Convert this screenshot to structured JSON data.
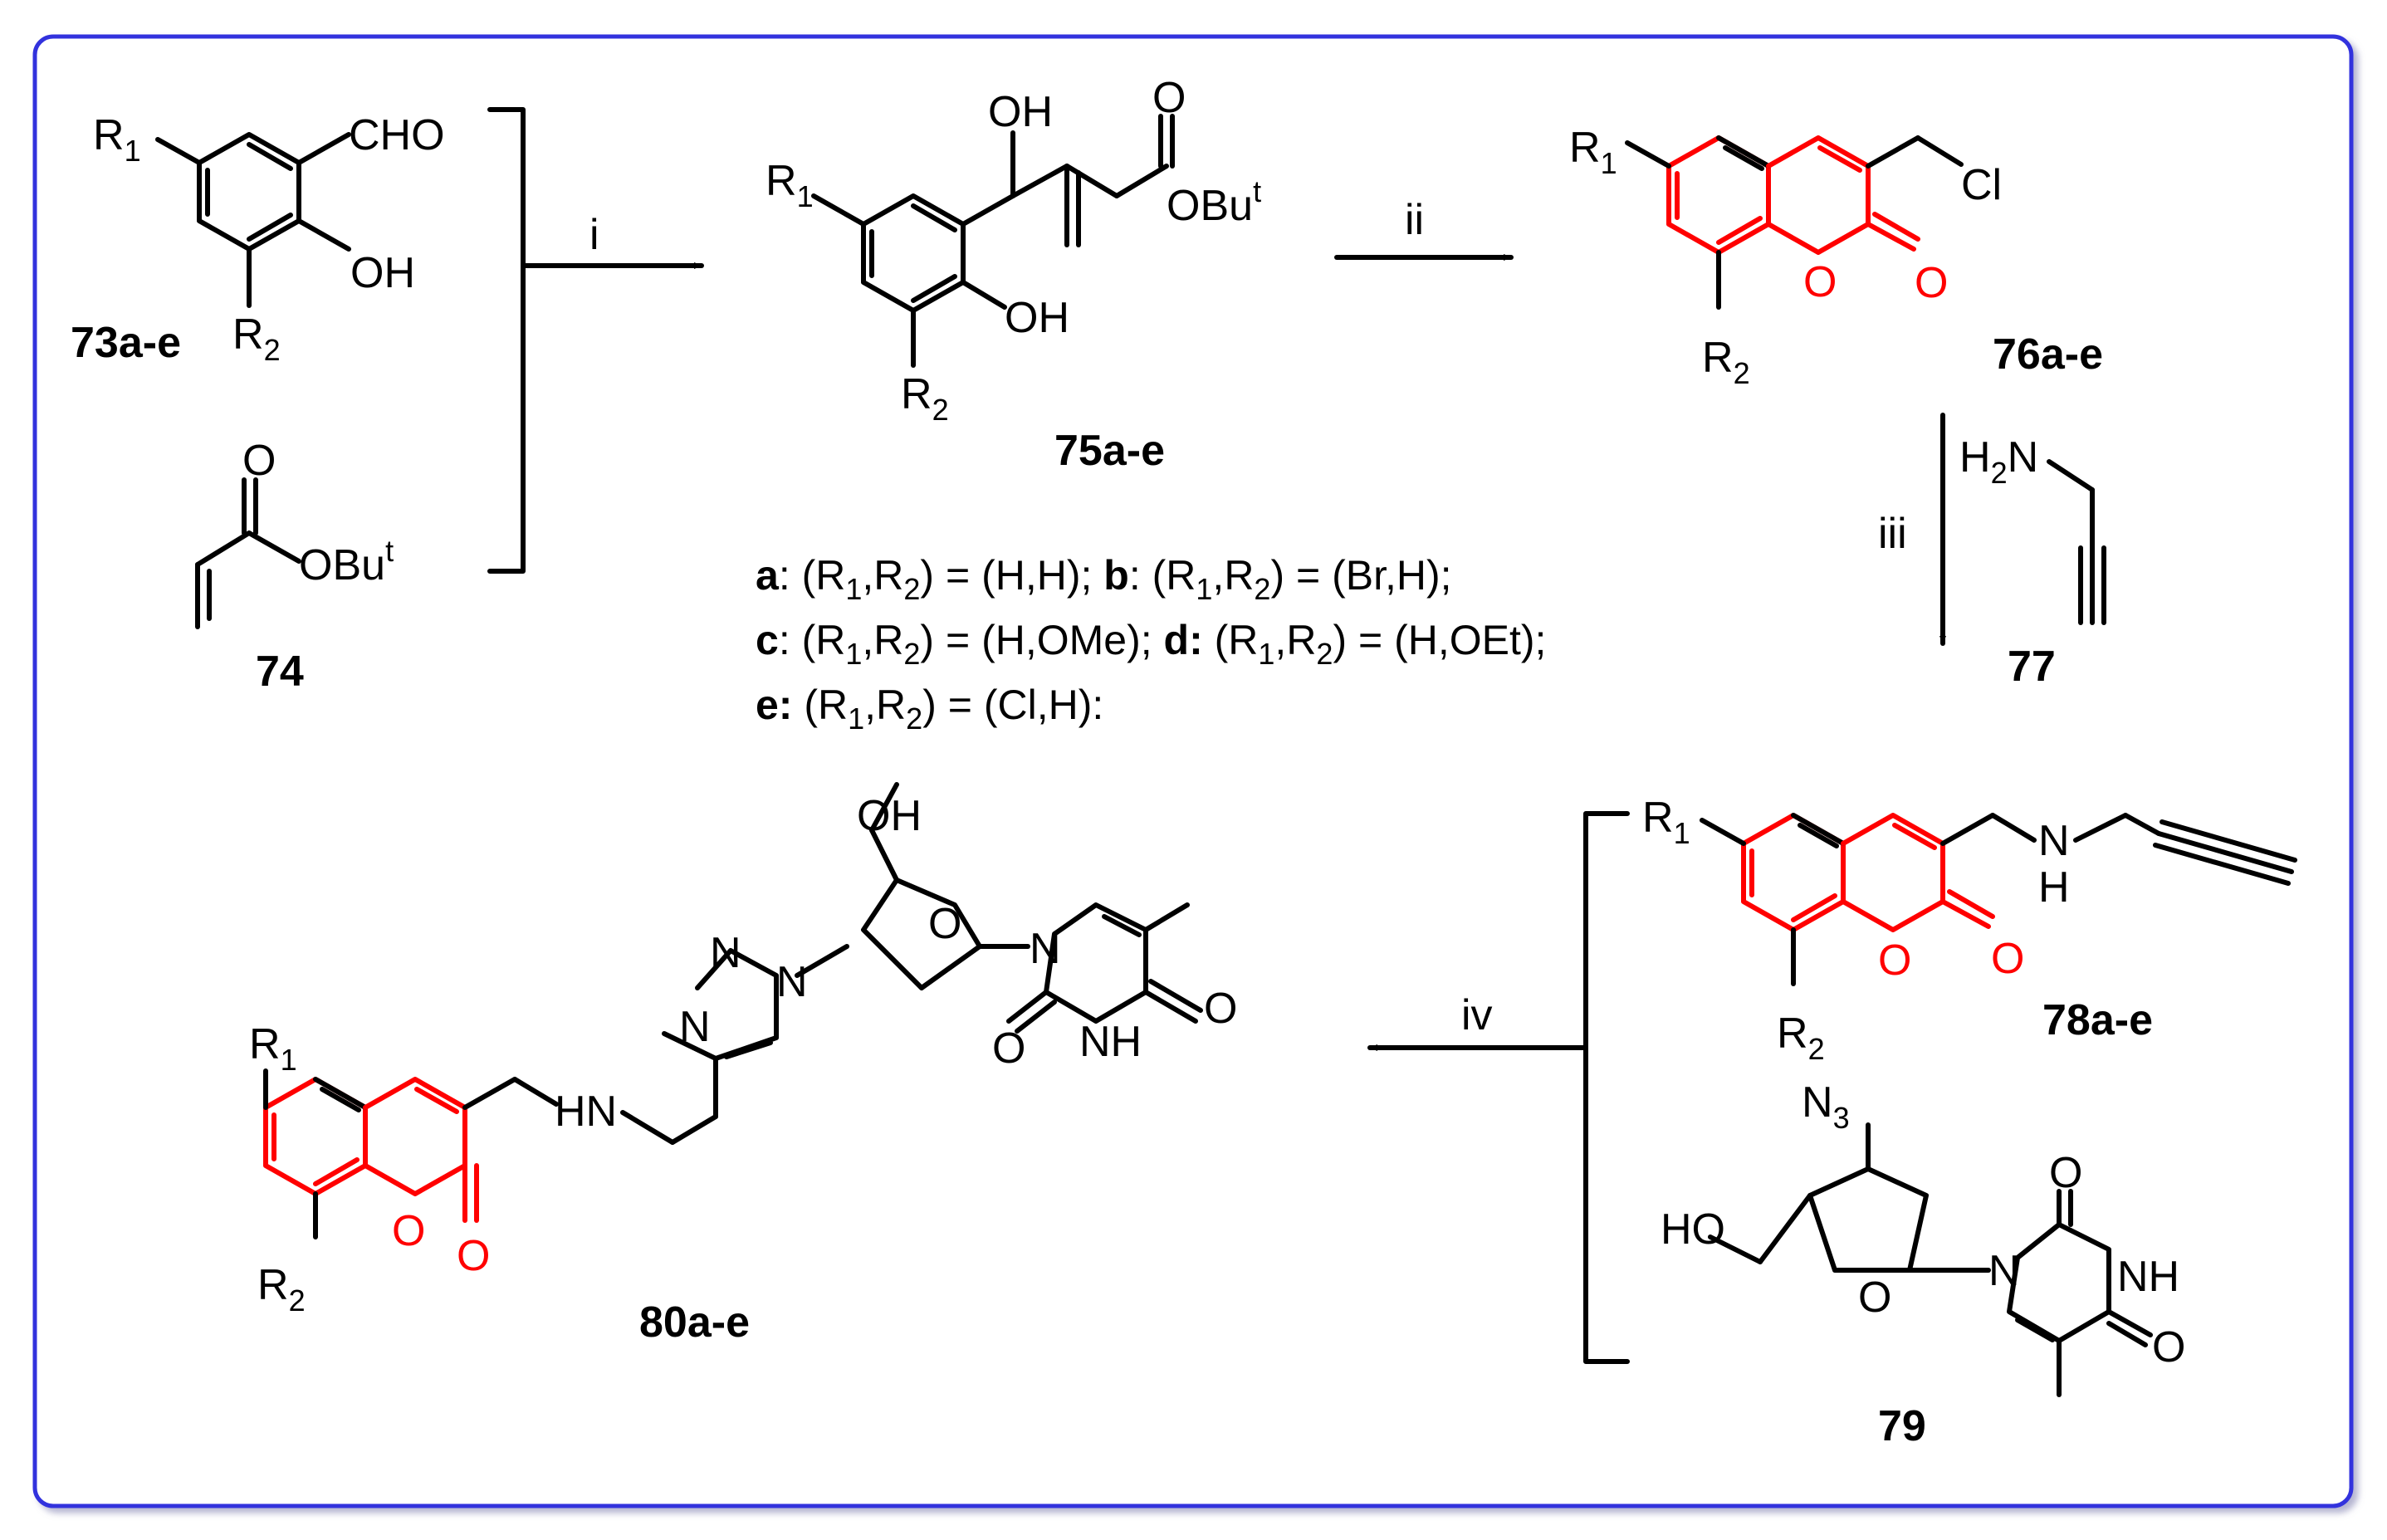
{
  "compounds": {
    "c73": "73a-e",
    "c74": "74",
    "c75": "75a-e",
    "c76": "76a-e",
    "c77": "77",
    "c78": "78a-e",
    "c79": "79",
    "c80": "80a-e"
  },
  "conditions": {
    "step_i": "i",
    "step_ii": "ii",
    "step_iii": "iii",
    "step_iv": "iv"
  },
  "atoms": {
    "R": "R",
    "sub1": "1",
    "sub2": "2",
    "sub3": "3",
    "CHO": "CHO",
    "OH": "OH",
    "O": "O",
    "OBu": "OBu",
    "t": "t",
    "Cl": "Cl",
    "H2N_H": "H",
    "H2N_N": "N",
    "N": "N",
    "H": "H",
    "HN": "HN",
    "NH": "NH",
    "HO": "HO",
    "N3": "N"
  },
  "substituents_note": {
    "line1_a_key": "a",
    "line1_a_val": ": (R",
    "line1_b_key": "b",
    "line1_b_val": ": (R",
    "line2_c_key": "c",
    "line2_d_key": "d:",
    "line3_e_key": "e:",
    "a_text": "(H,H);",
    "b_text": "(Br,H);",
    "c_text": "(H,OMe);",
    "d_text": "(H,OEt);",
    "e_text": "(Cl,H):",
    "pair_mid": ",R",
    "pair_close": ") ="
  },
  "colors": {
    "frame": "#3333dd",
    "coumarin_core": "#ff0000",
    "bonds": "#000000"
  }
}
